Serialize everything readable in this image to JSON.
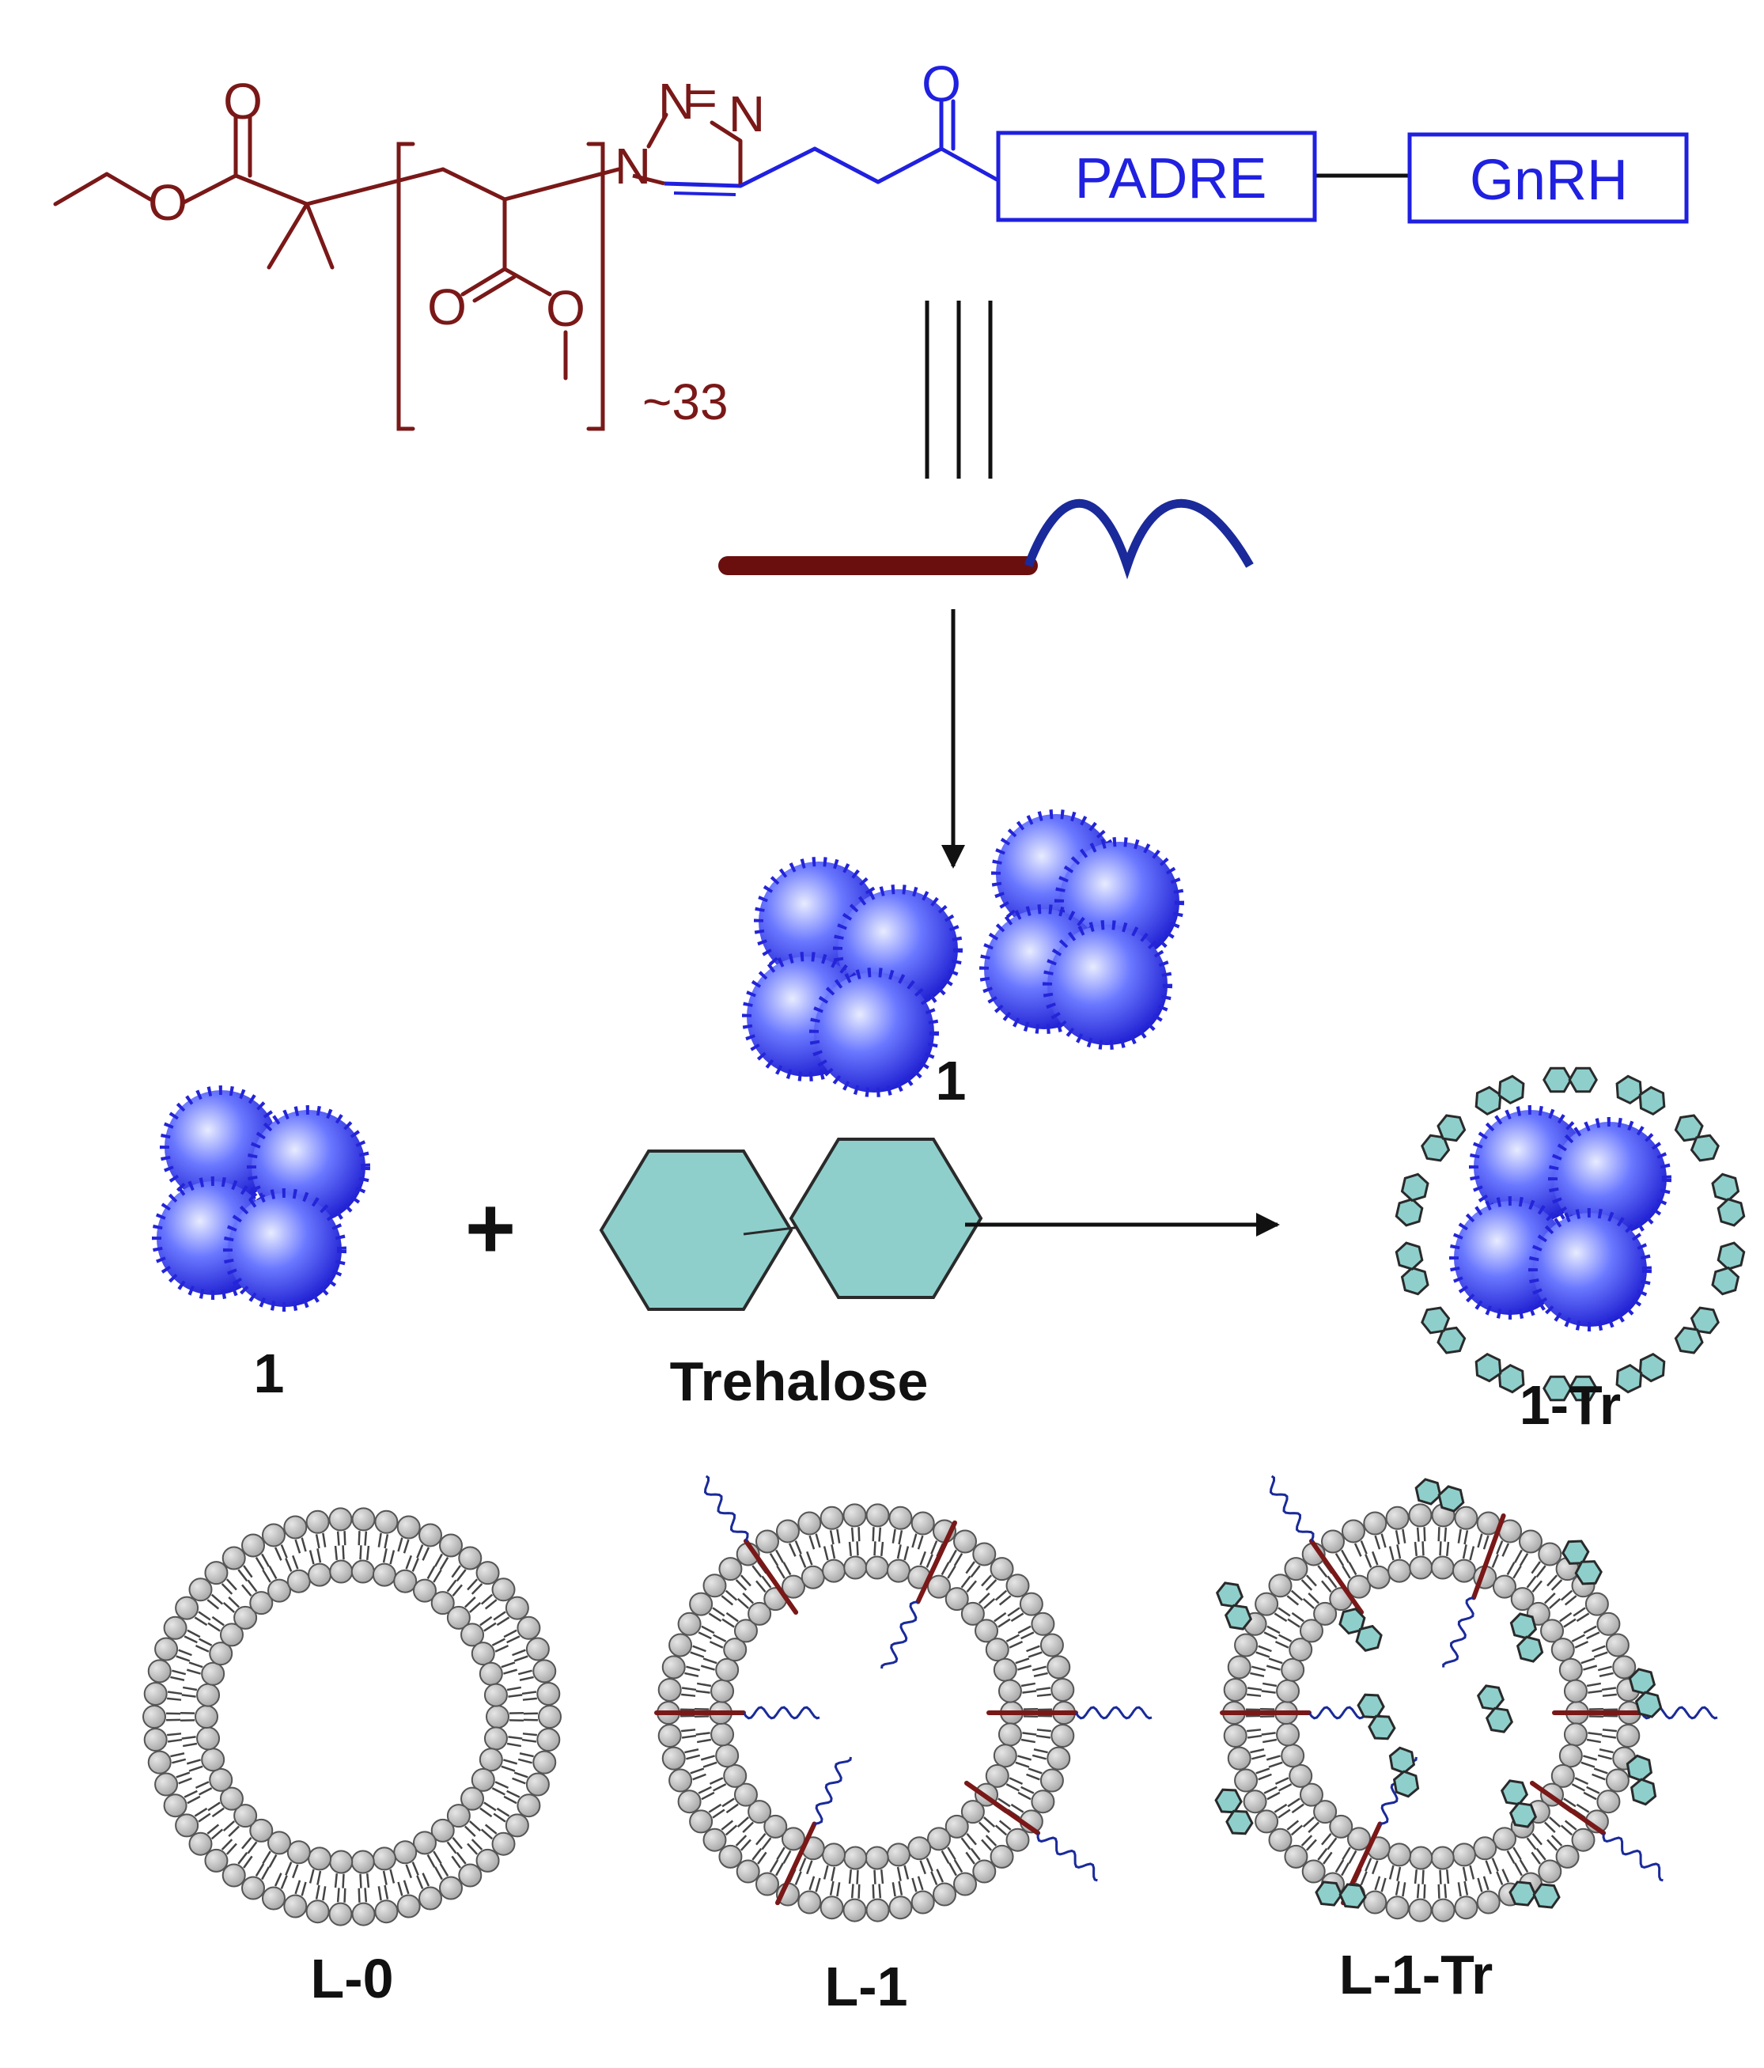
{
  "colors": {
    "polymer": "#7a1818",
    "peptide": "#1a1ae6",
    "wave": "#1a2a9a",
    "trehalose_fill": "#8ecfcc",
    "lipid_head": "#c4c4c4",
    "bond": "#333333"
  },
  "structure": {
    "atoms": {
      "carbonyl_o_1": "O",
      "ester_o_1": "O",
      "carbonyl_o_2": "O",
      "ester_o_2": "O",
      "n1": "N",
      "n2": "N",
      "n3": "N",
      "n_eq": "=",
      "carbonyl_o_3": "O"
    },
    "repeat_count": "~33",
    "box_1": "PADRE",
    "box_2": "GnRH"
  },
  "scheme": {
    "equivalence_symbol": "≡",
    "plus": "+"
  },
  "labels": {
    "aggregate": "1",
    "reactant": "1",
    "trehalose": "Trehalose",
    "product": "1-Tr",
    "liposome_0": "L-0",
    "liposome_1": "L-1",
    "liposome_1_tr": "L-1-Tr"
  }
}
